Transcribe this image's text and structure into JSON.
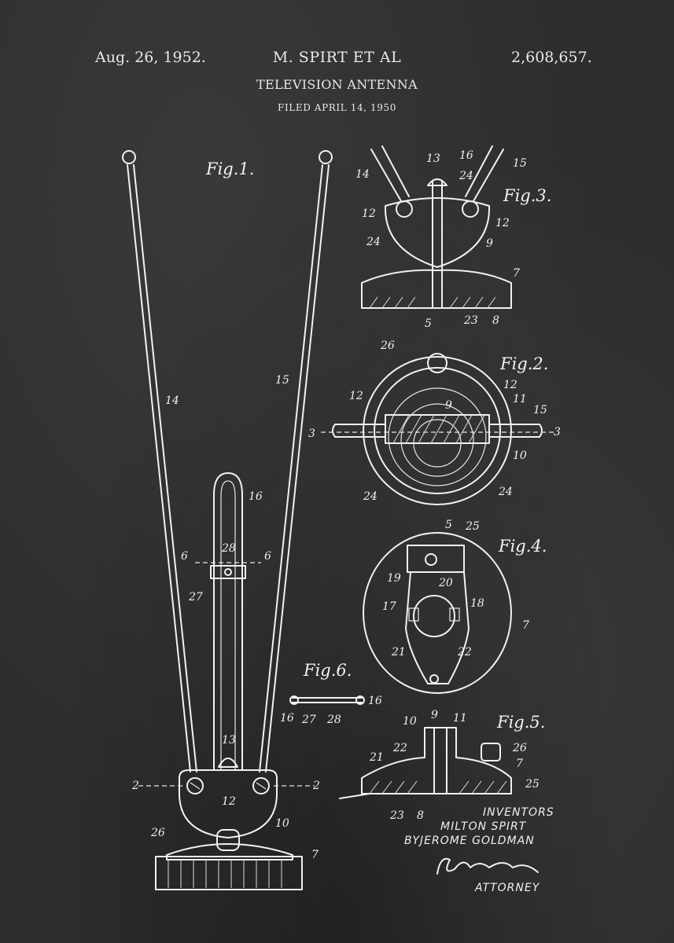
{
  "header": {
    "date": "Aug. 26, 1952.",
    "inventor": "M. SPIRT ET AL",
    "patent_number": "2,608,657.",
    "title": "TELEVISION ANTENNA",
    "filed": "FILED APRIL 14, 1950"
  },
  "figures": {
    "fig1": "Fig.1.",
    "fig2": "Fig.2.",
    "fig3": "Fig.3.",
    "fig4": "Fig.4.",
    "fig5": "Fig.5.",
    "fig6": "Fig.6."
  },
  "refs": {
    "n2": "2",
    "n3": "3",
    "n5": "5",
    "n6": "6",
    "n7": "7",
    "n8": "8",
    "n9": "9",
    "n10": "10",
    "n11": "11",
    "n12": "12",
    "n13": "13",
    "n14": "14",
    "n15": "15",
    "n16": "16",
    "n17": "17",
    "n18": "18",
    "n19": "19",
    "n20": "20",
    "n21": "21",
    "n22": "22",
    "n23": "23",
    "n24": "24",
    "n25": "25",
    "n26": "26",
    "n27": "27",
    "n28": "28"
  },
  "signature": {
    "inventors_label": "INVENTORS",
    "inventor_1": "MILTON SPIRT",
    "by": "BY",
    "inventor_2": "JEROME GOLDMAN",
    "attorney_label": "ATTORNEY"
  },
  "colors": {
    "background": "#2d2d2d",
    "ink": "#f1f1f1"
  }
}
